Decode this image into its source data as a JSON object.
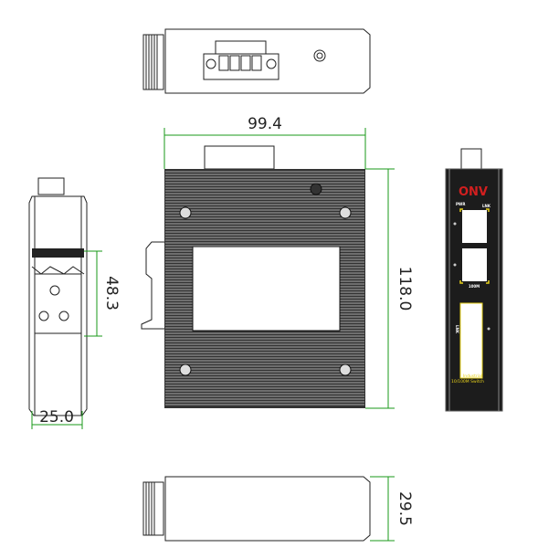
{
  "dimensions": {
    "width": "99.4",
    "height": "118.0",
    "din_rail": "48.3",
    "side_width": "25.0",
    "depth": "29.5"
  },
  "front_panel": {
    "brand": "ONV",
    "pwr_label": "PWR",
    "lnk_label": "LNK",
    "speed_label": "100M",
    "fiber_label": "LNK",
    "product_line1": "Industrial",
    "product_line2": "10/100M Switch"
  },
  "colors": {
    "dimension_line": "#1a9a1a",
    "panel": "#1c1c1c",
    "brand": "#d21f1f",
    "port_bracket": "#e8d21a"
  }
}
